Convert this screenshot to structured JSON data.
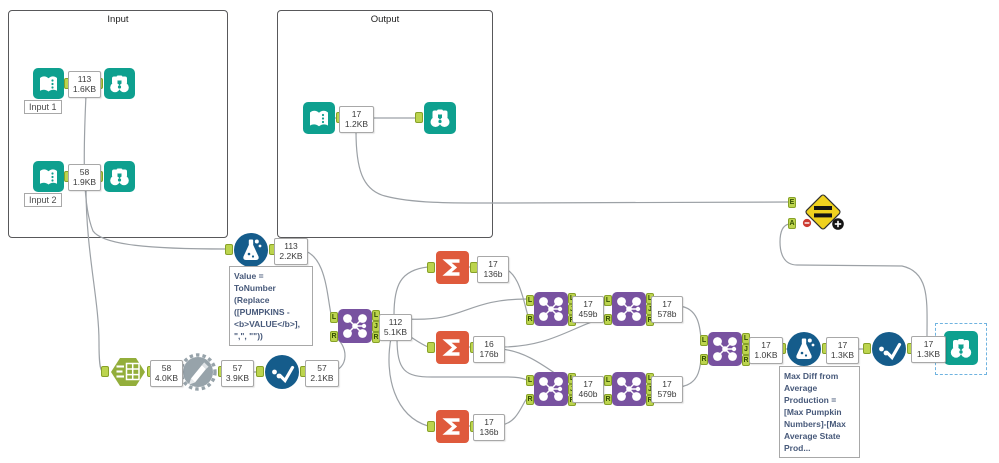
{
  "containers": {
    "input": {
      "title": "Input"
    },
    "output": {
      "title": "Output"
    }
  },
  "captions": {
    "input1": "Input 1",
    "input2": "Input 2"
  },
  "connections": {
    "c1": {
      "rows": "113",
      "size": "1.6KB"
    },
    "c2": {
      "rows": "58",
      "size": "1.9KB"
    },
    "c3": {
      "rows": "17",
      "size": "1.2KB"
    },
    "c4": {
      "rows": "113",
      "size": "2.2KB"
    },
    "c5": {
      "rows": "58",
      "size": "4.0KB"
    },
    "c6": {
      "rows": "57",
      "size": "3.9KB"
    },
    "c7": {
      "rows": "57",
      "size": "2.1KB"
    },
    "c8": {
      "rows": "112",
      "size": "5.1KB"
    },
    "c9": {
      "rows": "17",
      "size": "136b"
    },
    "c10": {
      "rows": "16",
      "size": "176b"
    },
    "c11": {
      "rows": "17",
      "size": "136b"
    },
    "c12": {
      "rows": "17",
      "size": "459b"
    },
    "c13": {
      "rows": "17",
      "size": "460b"
    },
    "c14": {
      "rows": "17",
      "size": "578b"
    },
    "c15": {
      "rows": "17",
      "size": "579b"
    },
    "c16": {
      "rows": "17",
      "size": "1.0KB"
    },
    "c17": {
      "rows": "17",
      "size": "1.3KB"
    },
    "c18": {
      "rows": "17",
      "size": "1.3KB"
    }
  },
  "anchors": {
    "L": "L",
    "J": "J",
    "R": "R",
    "E": "E",
    "A": "A"
  },
  "annotations": {
    "formula1": "Value =\nToNumber\n(Replace\n([PUMPKINS -\n<b>VALUE</b>],\n\",\", \"\"))",
    "formula2": "Max Diff from\nAverage\nProduction =\n[Max Pumpkin\nNumbers]-[Max\nAverage State\nProd..."
  },
  "colors": {
    "teal": "#0EA08F",
    "purple": "#7852A0",
    "orange": "#DF5A3C",
    "olive": "#93AE3B",
    "blue": "#155C8B",
    "gray": "#97A3AA",
    "yellow": "#EFD11F",
    "anchor_green": "#BCD44E",
    "wire": "#9CA1A6",
    "selection": "#6FB3E0"
  }
}
